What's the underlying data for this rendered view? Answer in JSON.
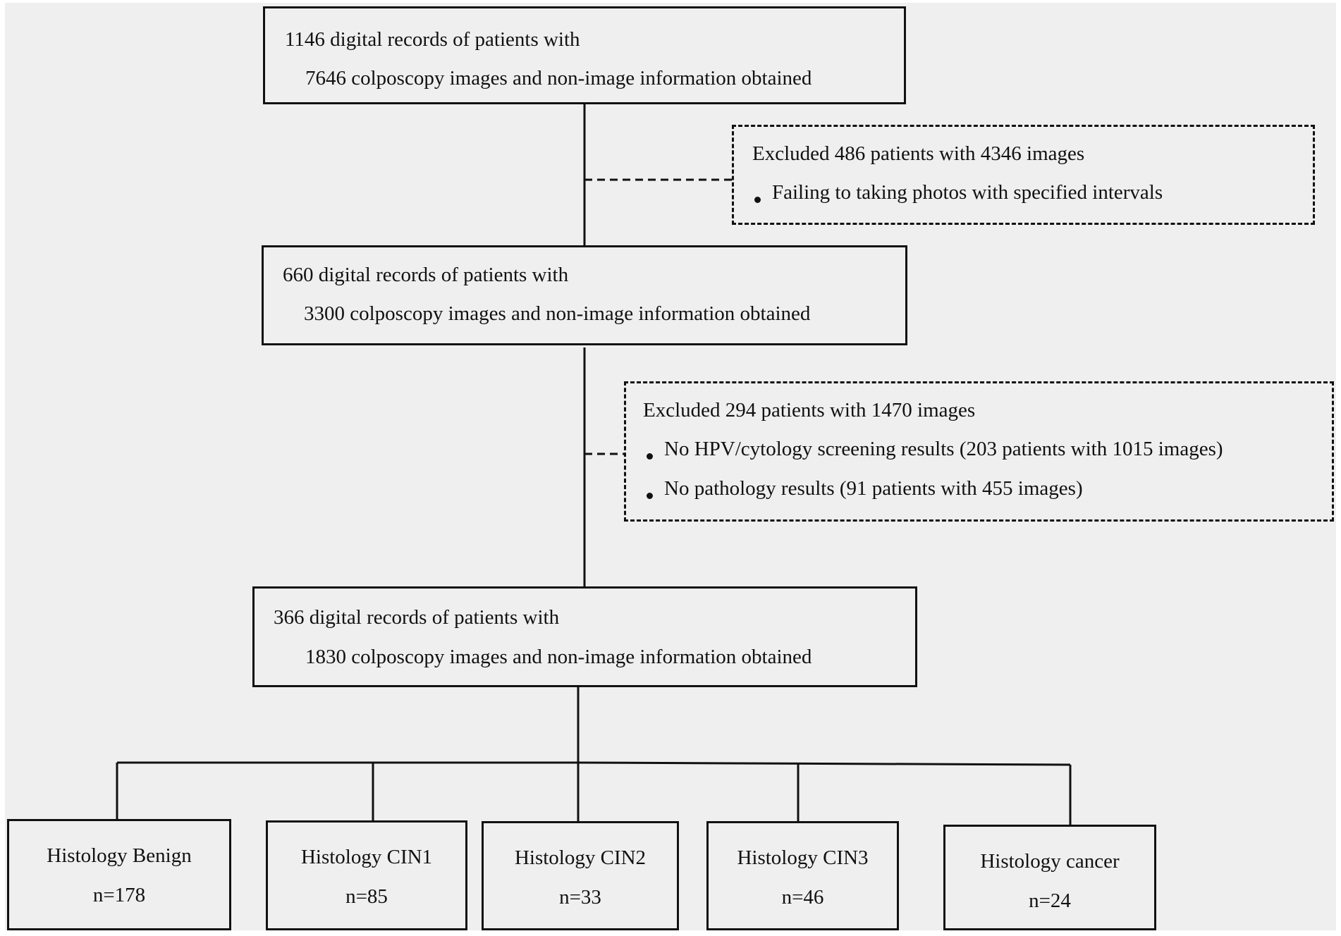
{
  "flow": {
    "stage1": {
      "line1": "1146 digital records of patients with",
      "line2": "7646 colposcopy images and non-image information obtained"
    },
    "exclusion1": {
      "title": "Excluded 486 patients with 4346 images",
      "items": [
        "Failing to taking photos with specified intervals"
      ]
    },
    "stage2": {
      "line1": "660 digital records of patients with",
      "line2": "3300 colposcopy images and non-image information obtained"
    },
    "exclusion2": {
      "title": "Excluded 294 patients with 1470 images",
      "items": [
        "No HPV/cytology screening results (203 patients with 1015 images)",
        "No pathology results (91 patients with 455 images)"
      ]
    },
    "stage3": {
      "line1": "366 digital records of patients with",
      "line2": "1830 colposcopy images and non-image information obtained"
    },
    "categories": [
      {
        "label": "Histology Benign",
        "n": "n=178"
      },
      {
        "label": "Histology CIN1",
        "n": "n=85"
      },
      {
        "label": "Histology CIN2",
        "n": "n=33"
      },
      {
        "label": "Histology CIN3",
        "n": "n=46"
      },
      {
        "label": "Histology cancer",
        "n": "n=24"
      }
    ]
  },
  "colors": {
    "background": "#efefef",
    "stroke": "#111111"
  }
}
